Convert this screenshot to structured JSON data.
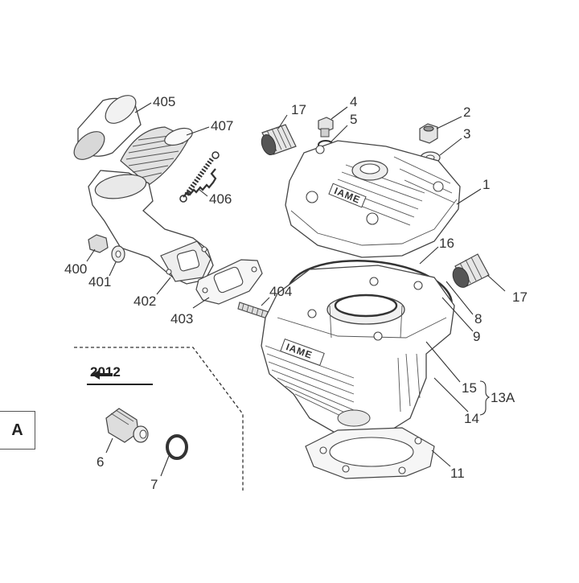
{
  "section_label": "A",
  "variant_note": "2012",
  "brand_text": "IAME",
  "part_numbers": {
    "p405": "405",
    "p407": "407",
    "p406": "406",
    "p400": "400",
    "p401": "401",
    "p402": "402",
    "p403": "403",
    "p404": "404",
    "p17a": "17",
    "p4": "4",
    "p5": "5",
    "p2": "2",
    "p3": "3",
    "p1": "1",
    "p16": "16",
    "p17b": "17",
    "p8": "8",
    "p9": "9",
    "p15": "15",
    "p13a": "13A",
    "p14": "14",
    "p11": "11",
    "p6": "6",
    "p7": "7"
  }
}
